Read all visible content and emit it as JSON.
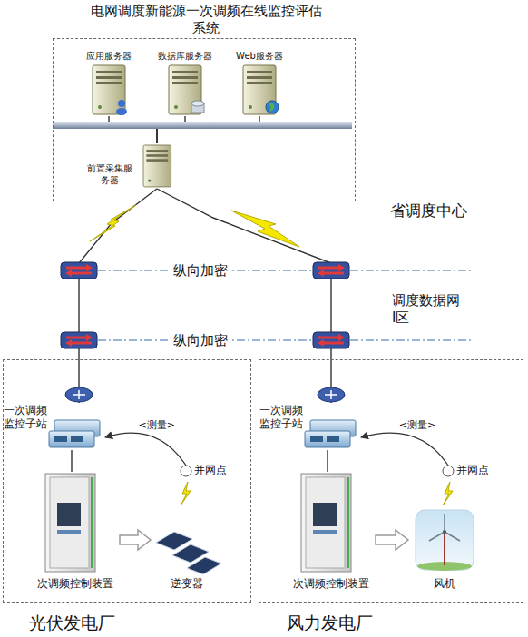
{
  "diagram": {
    "nodes": [
      {
        "text": [
          "电网调度新能源一次调频在线监控评估 系统"
        ]
      },
      {
        "text": [
          "应用服务器"
        ],
        "in": 0
      },
      {
        "text": [
          "数据库服务器"
        ],
        "in": 0
      },
      {
        "text": [
          "Web服务器"
        ],
        "in": 0
      },
      {
        "text": [
          "前置采集服 务器"
        ],
        "in": 0
      },
      {
        "text": [
          "光伏发电厂"
        ]
      },
      {
        "text": [
          "一次调频 监控子站"
        ],
        "in": 5
      },
      {
        "text": [
          "并网点"
        ],
        "in": 5
      },
      {
        "text": [
          "一次调频控制装置"
        ],
        "in": 5
      },
      {
        "text": [
          "逆变器"
        ],
        "in": 5
      },
      {
        "text": [
          "风力发电厂"
        ]
      },
      {
        "text": [
          "一次调频 监控子站"
        ],
        "in": 10
      },
      {
        "text": [
          "并网点"
        ],
        "in": 10
      },
      {
        "text": [
          "一次调频控制装置"
        ],
        "in": 10
      },
      {
        "text": [
          "风机"
        ],
        "in": 10
      }
    ],
    "edges": [
      {
        "from": 1,
        "to": 4,
        "arrow": "none"
      },
      {
        "from": 2,
        "to": 4,
        "arrow": "none"
      },
      {
        "from": 3,
        "to": 4,
        "arrow": "none"
      },
      {
        "from": 4,
        "to": 6,
        "arrow": "none"
      },
      {
        "from": 4,
        "to": 11,
        "arrow": "none"
      },
      {
        "from": 7,
        "to": 6,
        "label": "<测量>",
        "arrow": "to"
      },
      {
        "from": 6,
        "to": 8,
        "arrow": "none"
      },
      {
        "from": 8,
        "to": 9,
        "arrow": "to"
      },
      {
        "from": 12,
        "to": 11,
        "label": "<测量>",
        "arrow": "to"
      },
      {
        "from": 11,
        "to": 13,
        "arrow": "none"
      },
      {
        "from": 13,
        "to": 14,
        "arrow": "to"
      }
    ],
    "labels": [
      "省调度中心",
      "纵向加密",
      "纵向加密",
      "调度数据网 I区"
    ]
  }
}
